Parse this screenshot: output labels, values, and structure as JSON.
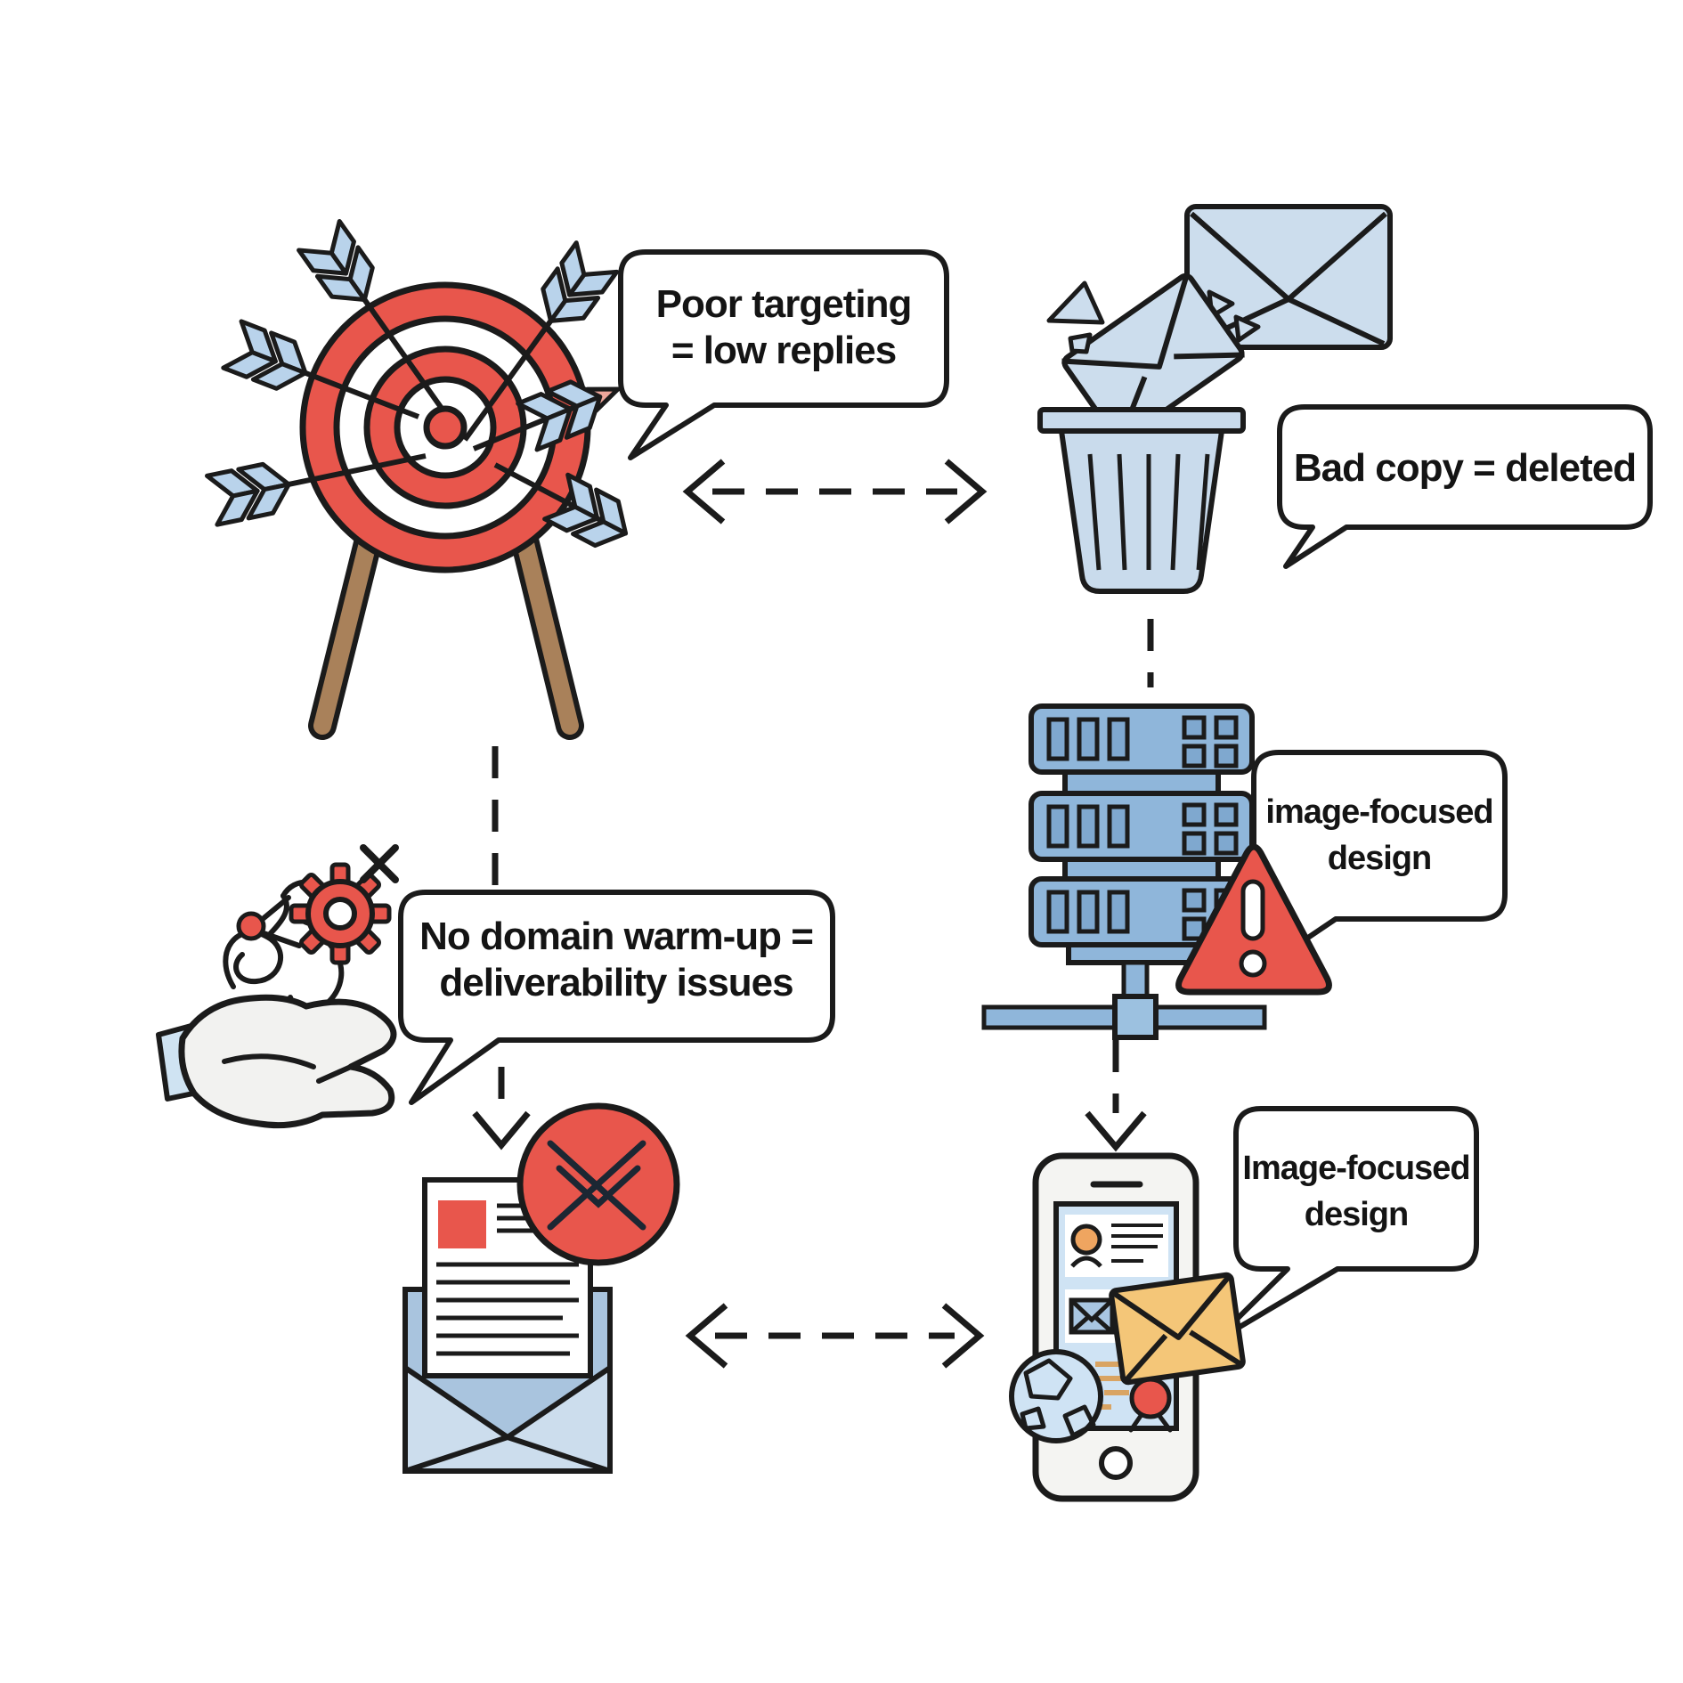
{
  "figure": {
    "title": "Cold email mistakes diagram",
    "background": "#ffffff"
  },
  "callouts": {
    "poor_targeting": {
      "line1": "Poor targeting",
      "line2": "= low replies"
    },
    "bad_copy": {
      "line1": "Bad copy = deleted"
    },
    "no_warmup": {
      "line1": "No domain warm-up =",
      "line2": "deliverability issues"
    },
    "server_design": {
      "line1": "image-focused",
      "line2": "design"
    },
    "phone_design": {
      "line1": "Image-focused",
      "line2": "design"
    }
  },
  "icons": {
    "target_arrows": "archery target with scattered arrows",
    "trash_emails": "trash can with discarded envelopes",
    "hand_tangle_gear": "hand holding tangled process with broken gear",
    "server_warning": "mail server stack with warning triangle",
    "rejected_email": "open envelope letter with rejected-mail badge",
    "phone_image_email": "smartphone with image-heavy email, envelope, globe and pin"
  },
  "colors": {
    "outline": "#1b1b1b",
    "red": "#e8564c",
    "blue_light": "#ccdded",
    "blue_mid": "#a9c4de",
    "blue_server": "#8fb6da",
    "blue_slot": "#7fa8cf",
    "screen_blue": "#cfe3f4",
    "fletch_blue": "#b9d3eb",
    "yellow": "#f4c678",
    "orange": "#efa560",
    "tan": "#d9a463",
    "brown": "#a9815a",
    "hand": "#f2f2f0",
    "white": "#ffffff"
  }
}
